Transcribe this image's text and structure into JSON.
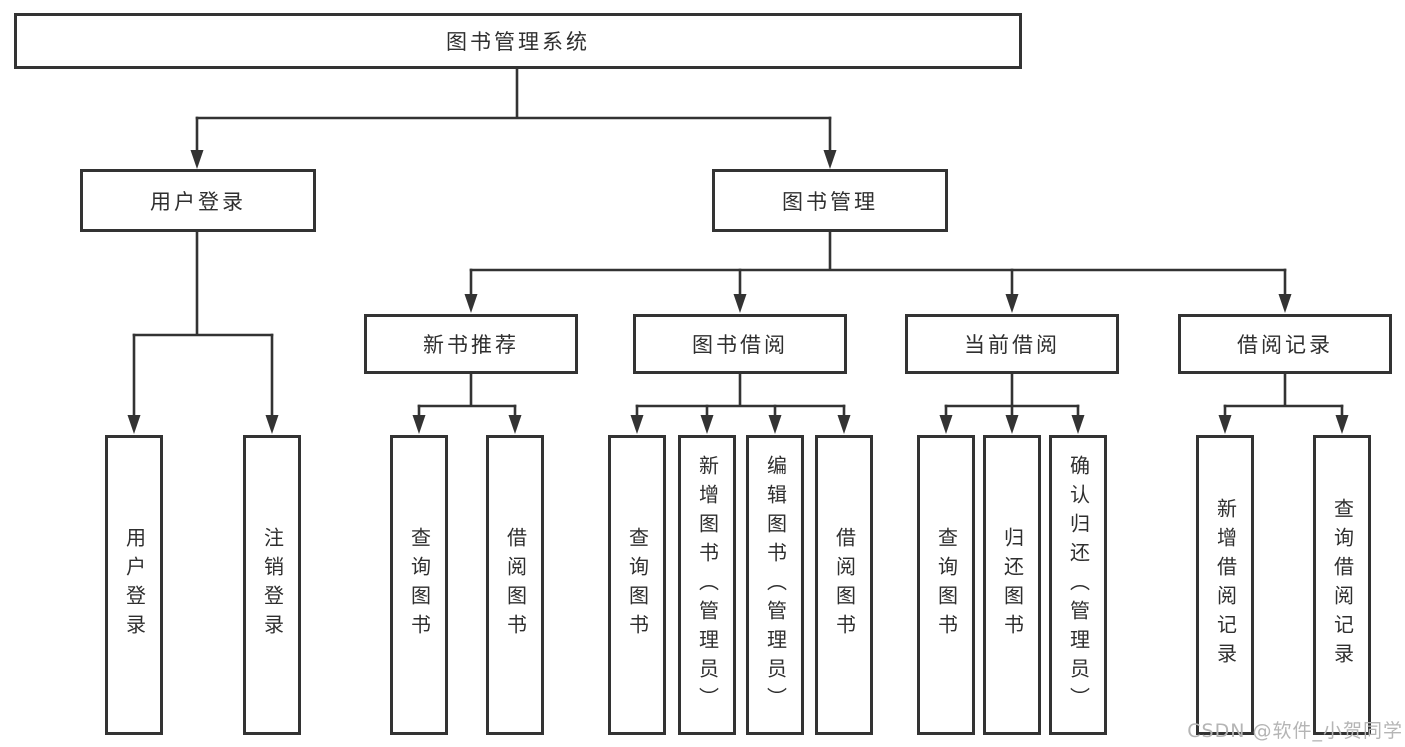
{
  "title": "图书管理系统",
  "watermark": "CSDN @软件_小贺同学",
  "colors": {
    "line": "#333333",
    "box_border": "#333333",
    "text": "#2f2f2f",
    "watermark": "#b5b5b5",
    "background": "#ffffff"
  },
  "tree": {
    "label": "图书管理系统",
    "children": [
      {
        "label": "用户登录",
        "children": [
          {
            "label": "用户登录"
          },
          {
            "label": "注销登录"
          }
        ]
      },
      {
        "label": "图书管理",
        "children": [
          {
            "label": "新书推荐",
            "children": [
              {
                "label": "查询图书"
              },
              {
                "label": "借阅图书"
              }
            ]
          },
          {
            "label": "图书借阅",
            "children": [
              {
                "label": "查询图书"
              },
              {
                "label": "新增图书（管理员）"
              },
              {
                "label": "编辑图书（管理员）"
              },
              {
                "label": "借阅图书"
              }
            ]
          },
          {
            "label": "当前借阅",
            "children": [
              {
                "label": "查询图书"
              },
              {
                "label": "归还图书"
              },
              {
                "label": "确认归还（管理员）"
              }
            ]
          },
          {
            "label": "借阅记录",
            "children": [
              {
                "label": "新增借阅记录"
              },
              {
                "label": "查询借阅记录"
              }
            ]
          }
        ]
      }
    ]
  }
}
